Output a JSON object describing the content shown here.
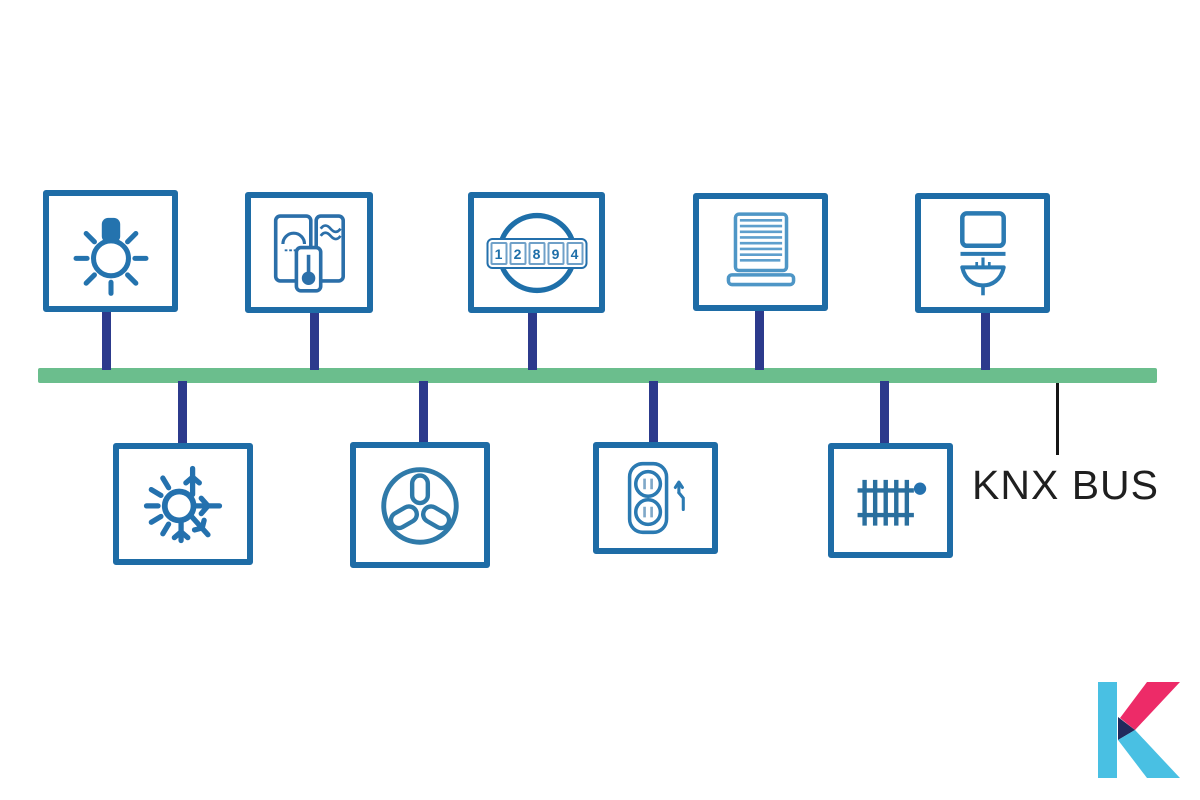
{
  "bus": {
    "label": "KNX BUS",
    "color": "#6BBE8D"
  },
  "devices_top": [
    {
      "name": "lighting",
      "icon": "light-bulb-icon"
    },
    {
      "name": "thermostat",
      "icon": "thermostat-icon"
    },
    {
      "name": "energy-meter",
      "icon": "energy-meter-icon",
      "reading": "12894",
      "digits": [
        "1",
        "2",
        "8",
        "9",
        "4"
      ]
    },
    {
      "name": "blinds",
      "icon": "window-blinds-icon"
    },
    {
      "name": "display",
      "icon": "display-monitor-icon"
    }
  ],
  "devices_bottom": [
    {
      "name": "heating-cooling",
      "icon": "sun-snowflake-icon"
    },
    {
      "name": "ventilation",
      "icon": "fan-icon"
    },
    {
      "name": "power-socket",
      "icon": "socket-icon"
    },
    {
      "name": "radiator",
      "icon": "radiator-icon"
    }
  ],
  "logo": {
    "letter": "K",
    "colors": {
      "light_blue": "#49C0E3",
      "pink": "#ED2B68",
      "navy": "#212A5C"
    }
  },
  "colors": {
    "box_border": "#1E6CA6",
    "icon_blue": "#2473AE",
    "icon_light_blue": "#4E96C6",
    "connector_navy": "#2C3A8C",
    "bus_green": "#6BBE8D",
    "label_black": "#1F1F1F"
  }
}
